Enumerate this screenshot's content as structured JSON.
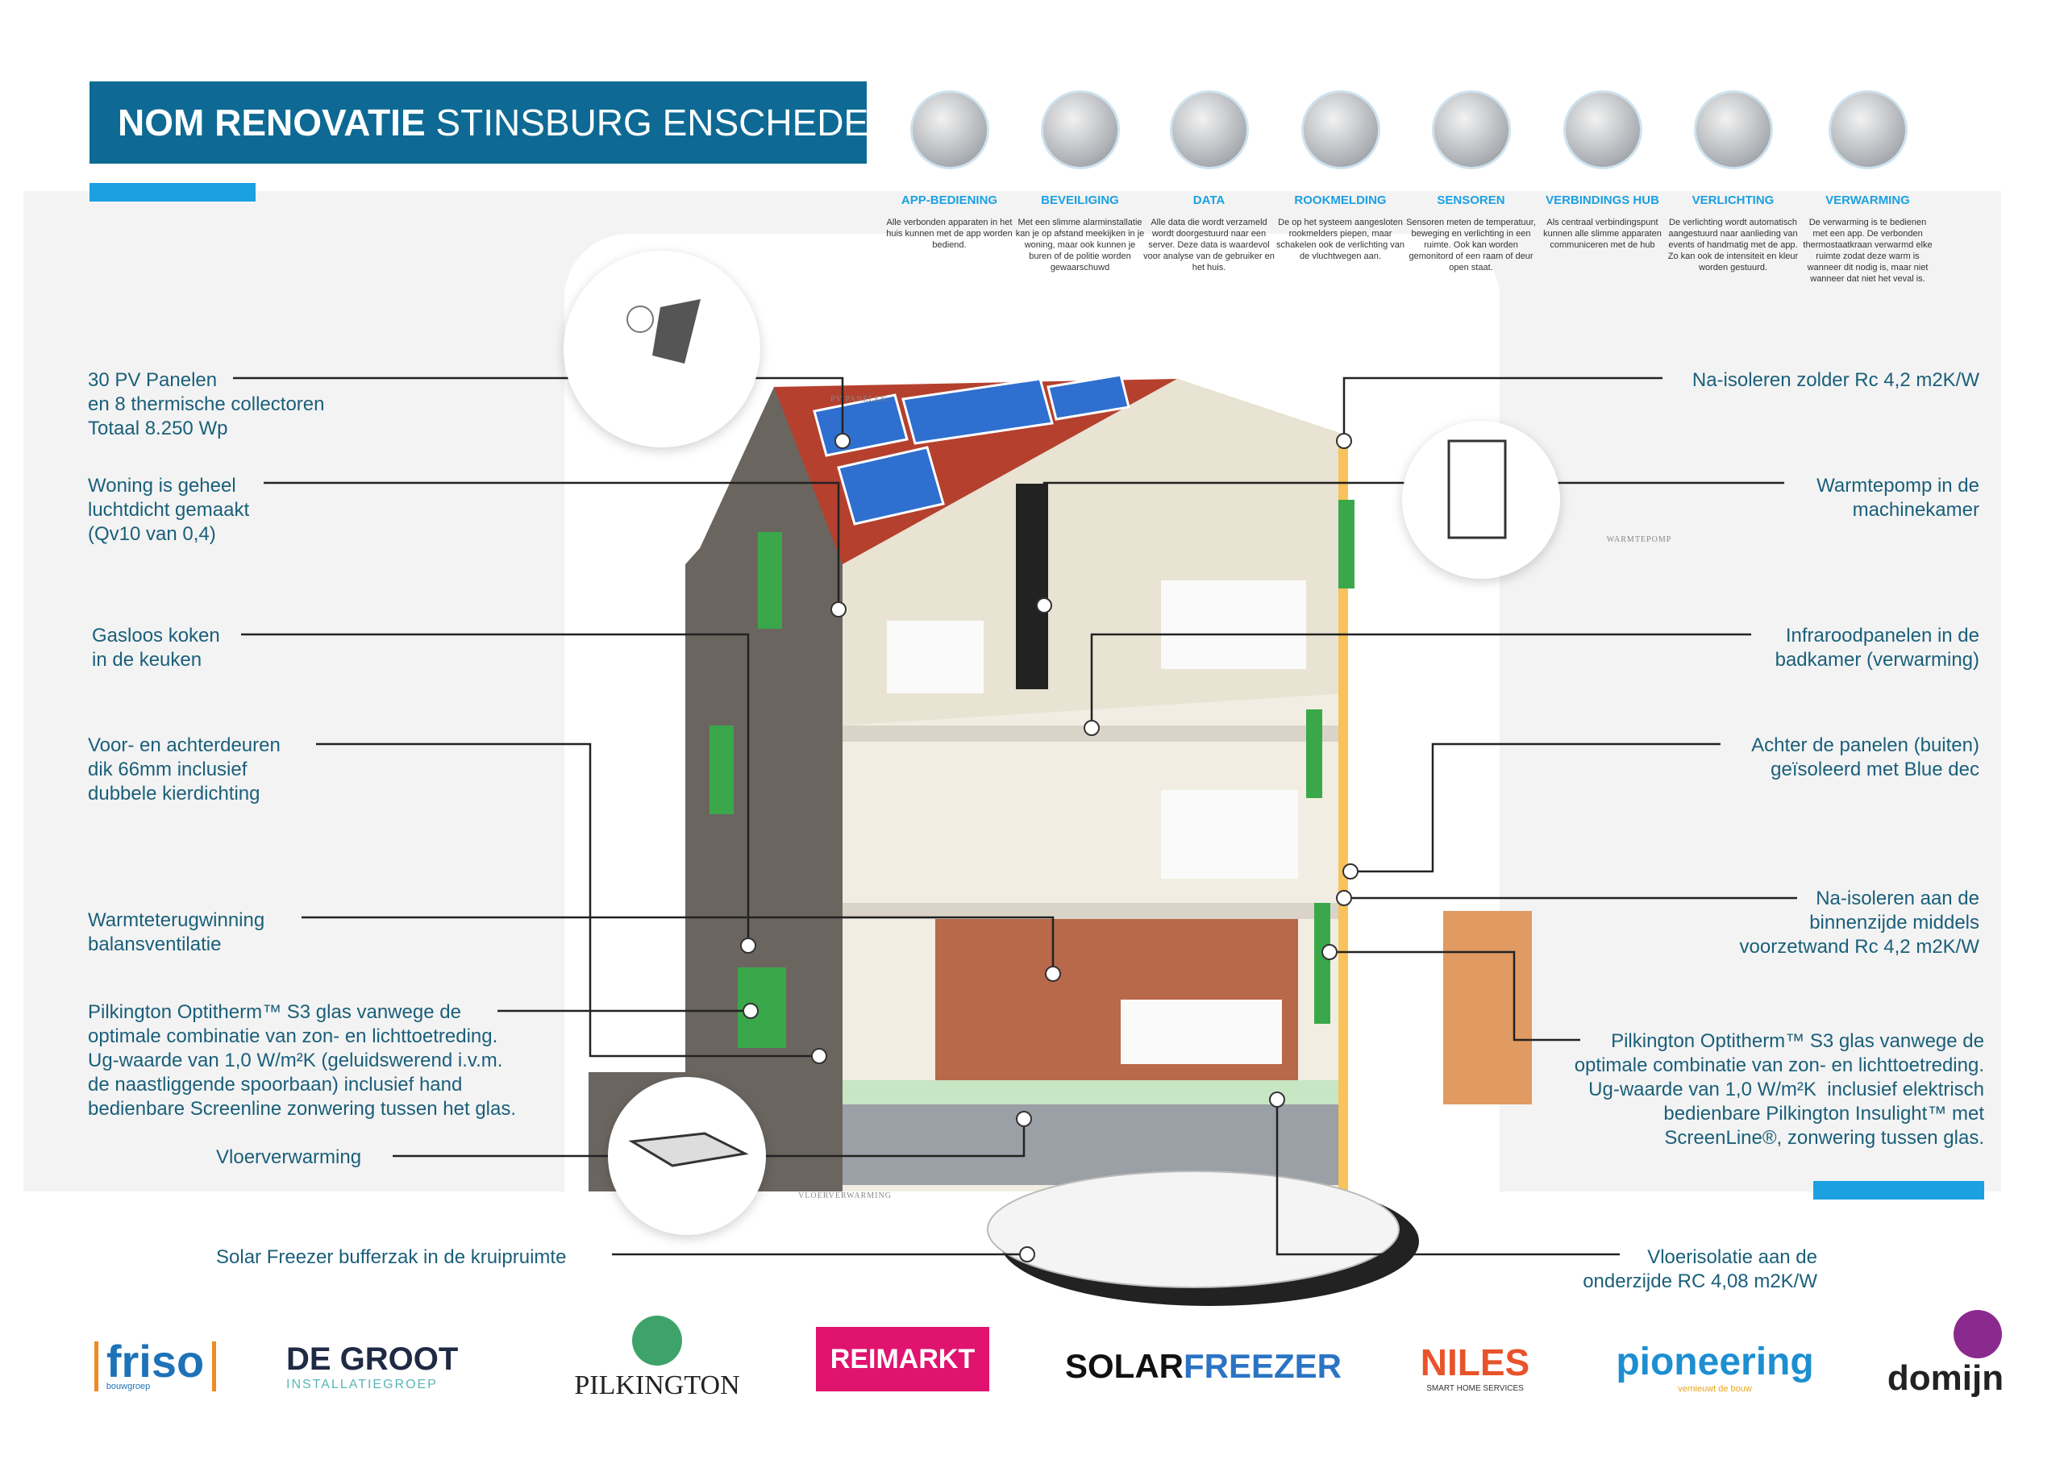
{
  "title": {
    "bold": "NOM RENOVATIE",
    "rest": "STINSBURG ENSCHEDE"
  },
  "features": [
    {
      "title": "APP-BEDIENING",
      "desc": "Alle verbonden apparaten in het huis kunnen met de app worden bediend.",
      "icon": "smartphone-icon"
    },
    {
      "title": "BEVEILIGING",
      "desc": "Met een slimme alarminstallatie kan je op afstand meekijken in je woning, maar ook kunnen je buren of de politie worden gewaarschuwd",
      "icon": "alarm-icon"
    },
    {
      "title": "DATA",
      "desc": "Alle data die wordt verzameld wordt doorgestuurd naar een server. Deze data is waardevol voor analyse van de gebruiker en het huis.",
      "icon": "server-icon"
    },
    {
      "title": "ROOKMELDING",
      "desc": "De op het systeem aangesloten rookmelders piepen, maar schakelen ook de verlichting van de vluchtwegen aan.",
      "icon": "smoke-detector-icon"
    },
    {
      "title": "SENSOREN",
      "desc": "Sensoren meten de temperatuur, beweging en verlichting in een ruimte. Ook kan worden gemonitord of een raam of deur open staat.",
      "icon": "sensor-icon"
    },
    {
      "title": "VERBINDINGS HUB",
      "desc": "Als centraal verbindingspunt kunnen alle slimme apparaten communiceren met de hub",
      "icon": "hub-icon"
    },
    {
      "title": "VERLICHTING",
      "desc": "De verlichting wordt automatisch aangestuurd naar aanlieding van events of handmatig met de app. Zo kan ook de intensiteit en kleur worden gestuurd.",
      "icon": "lamp-icon"
    },
    {
      "title": "VERWARMING",
      "desc": "De verwarming is te bedienen met een app. De verbonden thermostaatkraan verwarmd elke ruimte zodat deze warm is wanneer dit nodig is, maar niet wanneer dat niet het veval is.",
      "icon": "thermostat-icon"
    }
  ],
  "left_labels": [
    "30 PV Panelen\nen 8 thermische collectoren\nTotaal 8.250 Wp",
    "Woning is geheel\nluchtdicht gemaakt\n(Qv10 van 0,4)",
    "Gasloos koken\nin de keuken",
    "Voor- en achterdeuren\ndik 66mm inclusief\ndubbele kierdichting",
    "Warmteterugwinning\nbalansventilatie",
    "Pilkington Optitherm™ S3 glas vanwege de\noptimale combinatie van zon- en lichttoetreding.\nUg-waarde van 1,0 W/m²K (geluidswerend i.v.m.\nde naastliggende spoorbaan) inclusief hand\nbedienbare Screenline zonwering tussen het glas.",
    "Vloerverwarming",
    "Solar Freezer bufferzak in de kruipruimte"
  ],
  "right_labels": [
    "Na-isoleren zolder Rc 4,2 m2K/W",
    "Warmtepomp in de\nmachinekamer",
    "Infraroodpanelen in de\nbadkamer (verwarming)",
    "Achter de panelen (buiten)\ngeïsoleerd met Blue dec",
    "Na-isoleren aan de\nbinnenzijde middels\nvoorzetwand Rc 4,2 m2K/W",
    "Pilkington Optitherm™ S3 glas vanwege de\noptimale combinatie van zon- en lichttoetreding.\nUg-waarde van 1,0 W/m²K  inclusief elektrisch\nbedienbare Pilkington Insulight™ met\nScreenLine®, zonwering tussen glas.",
    "Vloerisolatie aan de\nonderzijde RC 4,08 m2K/W"
  ],
  "circles": {
    "pv": "PV PANELEN",
    "heatpump": "WARMTEPOMP",
    "floor": "VLOERVERWARMING"
  },
  "logos": {
    "friso": "friso",
    "friso_sub": "bouwgroep",
    "degroot": "DE GROOT",
    "degroot_sub": "INSTALLATIEGROEP",
    "pilkington": "PILKINGTON",
    "reimarkt": "REIMARKT",
    "solar1": "SOLAR",
    "solar2": "FREEZER",
    "niles": "NILES",
    "niles_sub": "SMART HOME SERVICES",
    "pioneering": "pioneering",
    "pioneering_sub": "vernieuwt de bouw",
    "domijn": "domijn"
  },
  "colors": {
    "title_bg": "#0e6a94",
    "accent": "#1ba0e2",
    "text": "#1a5f7a"
  }
}
